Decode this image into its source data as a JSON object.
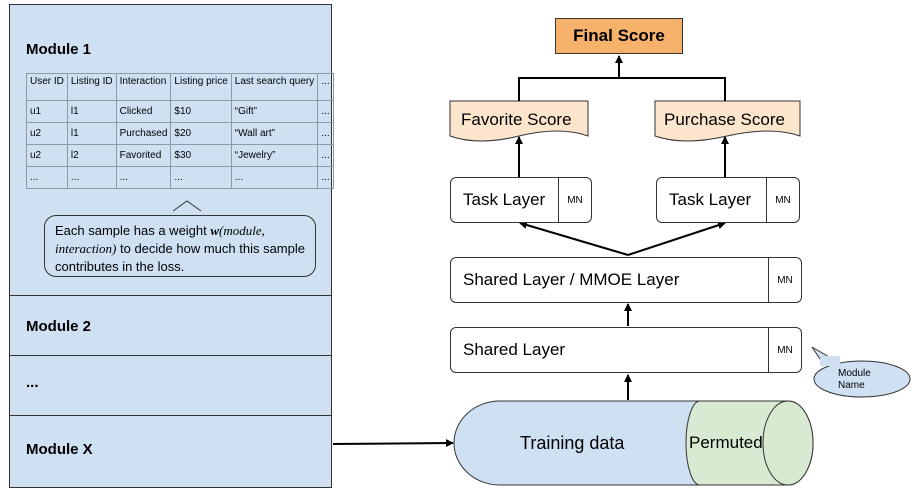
{
  "modules": {
    "module_1": {
      "title": "Module 1",
      "table": {
        "headers": [
          "User ID",
          "Listing ID",
          "Interaction",
          "Listing price",
          "Last search query",
          "..."
        ],
        "rows": [
          [
            "u1",
            "l1",
            "Clicked",
            "$10",
            "“Gift”",
            "..."
          ],
          [
            "u2",
            "l1",
            "Purchased",
            "$20",
            "“Wall art”",
            "..."
          ],
          [
            "u2",
            "l2",
            "Favorited",
            "$30",
            "“Jewelry”",
            "..."
          ],
          [
            "...",
            "...",
            "...",
            "...",
            "...",
            "..."
          ]
        ]
      },
      "callout": {
        "text_before": "Each sample has a weight ",
        "weight_symbol": "w",
        "weight_args": "(module, interaction)",
        "text_after": " to decide how much this sample contributes in the loss."
      }
    },
    "module_2": {
      "title": "Module 2"
    },
    "module_ellipsis": {
      "title": "..."
    },
    "module_x": {
      "title": "Module X"
    }
  },
  "diagram": {
    "final_score": "Final Score",
    "favorite_score": "Favorite Score",
    "purchase_score": "Purchase Score",
    "task_layer_left": "Task Layer",
    "task_layer_right": "Task Layer",
    "shared_mmoe_layer": "Shared Layer / MMOE Layer",
    "shared_layer": "Shared Layer",
    "mn_tag": "MN",
    "module_name_callout": "Module Name",
    "training_data": "Training data",
    "permuted": "Permuted"
  },
  "colors": {
    "module_panel": "#cfe0f2",
    "final_score_fill": "#f6b26b",
    "score_tag_fill": "#fce5cd",
    "training_data_fill": "#cfe0f2",
    "permuted_fill": "#d9ead3",
    "module_name_bubble": "#cfe0f2"
  }
}
